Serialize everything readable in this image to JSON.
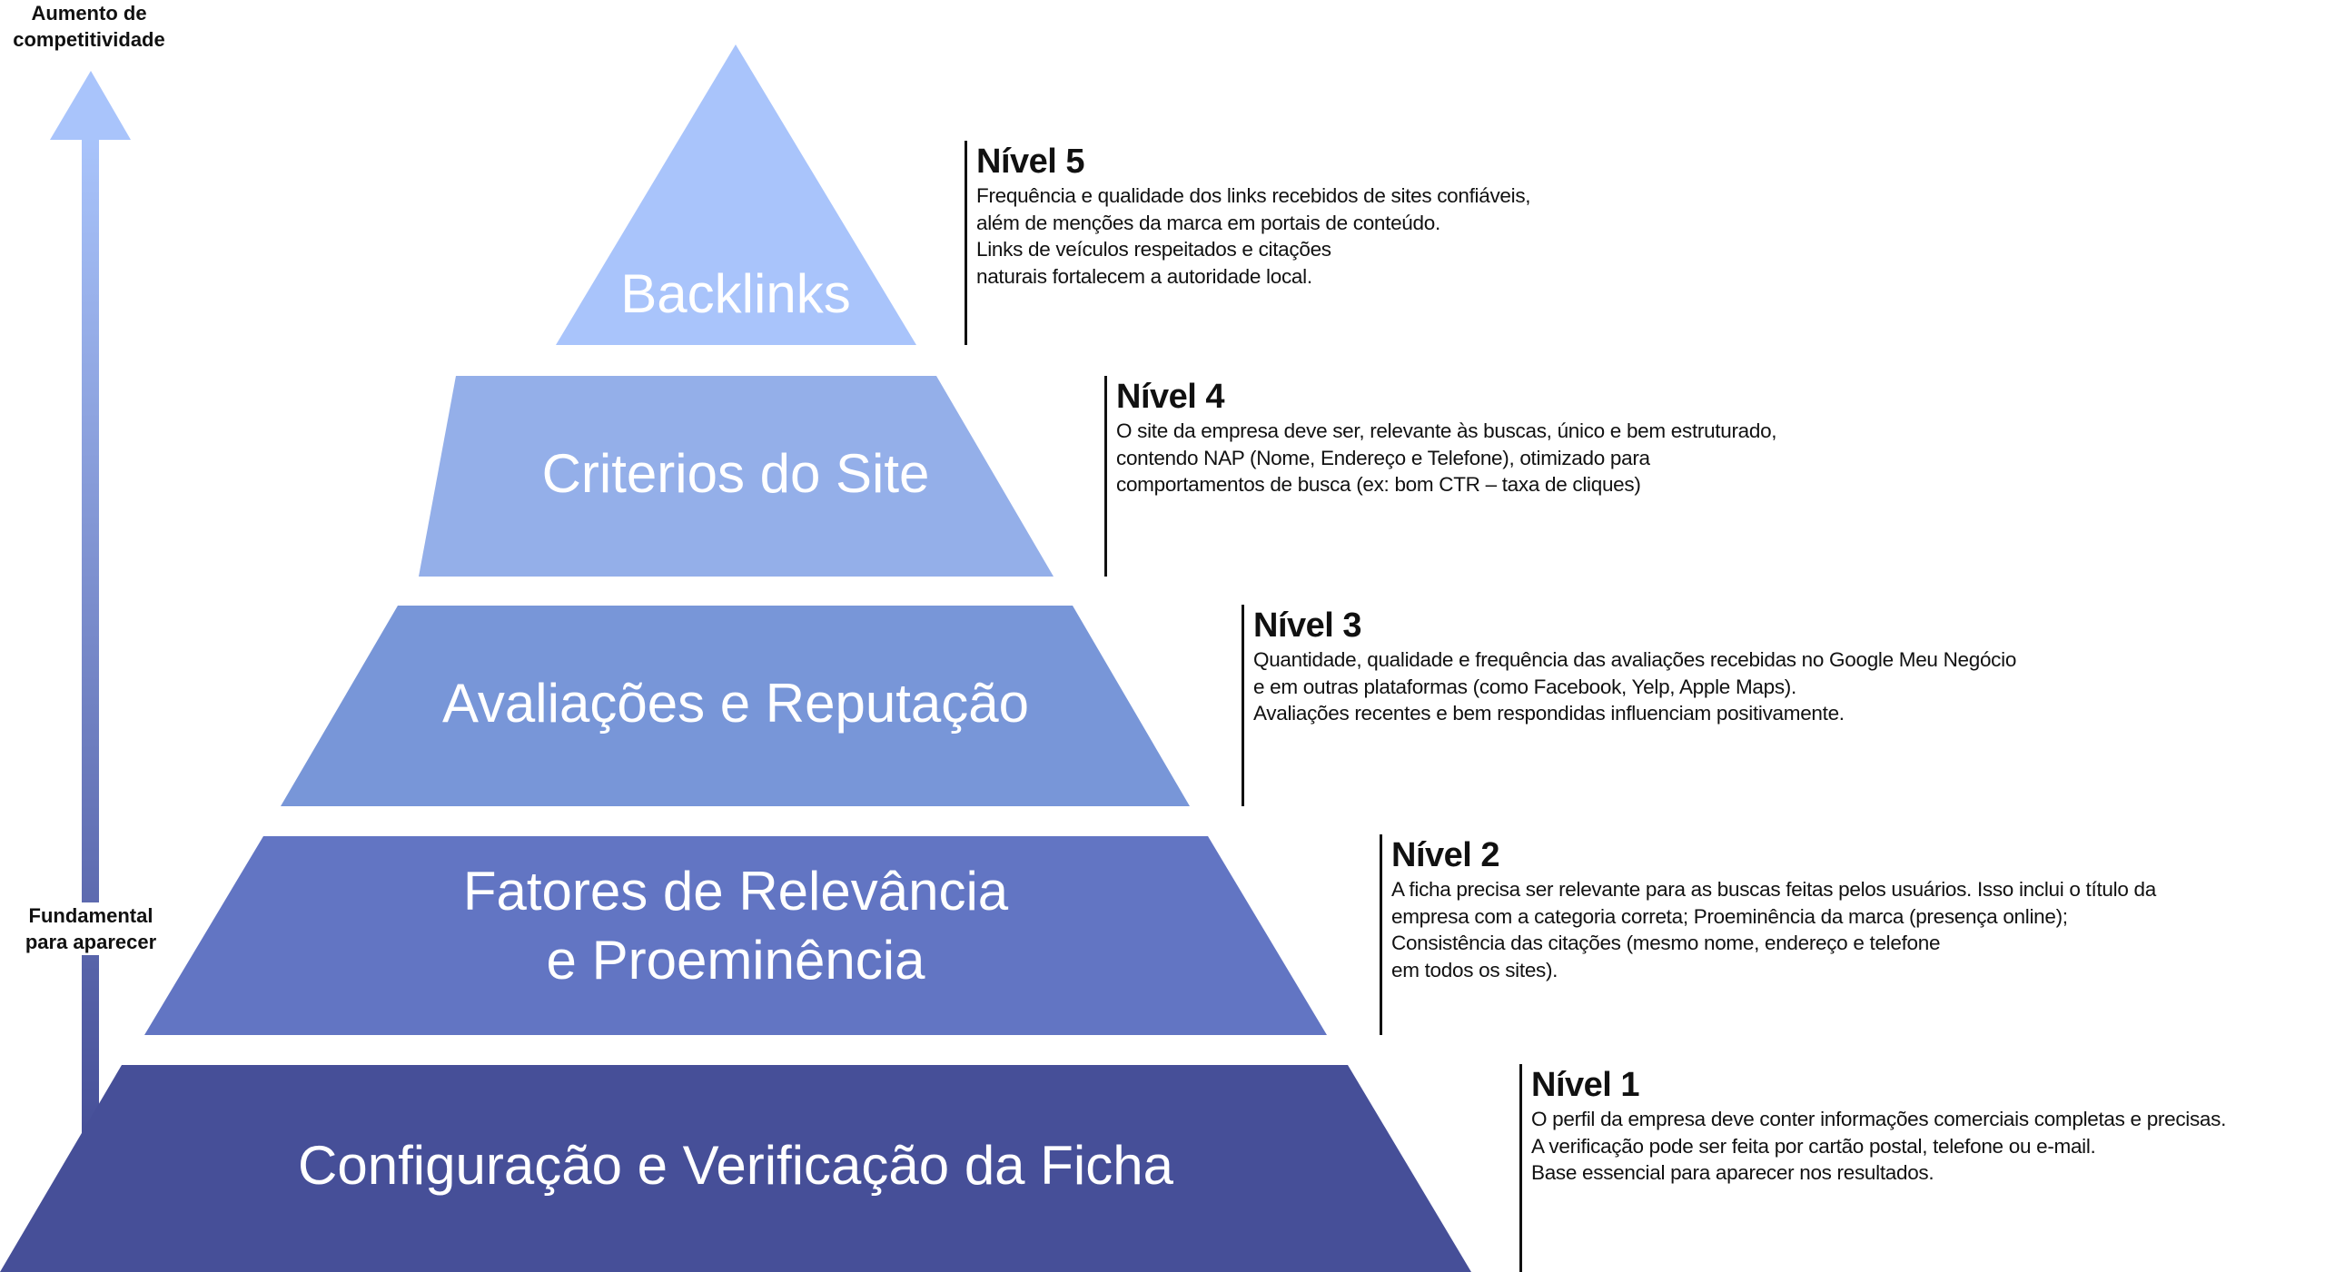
{
  "axis": {
    "top_label": [
      "Aumento de",
      "competitividade"
    ],
    "bottom_label": [
      "Fundamental",
      "para aparecer"
    ]
  },
  "colors": {
    "level5": "#a9c4fb",
    "level4": "#94afe9",
    "level3": "#7896d8",
    "level2": "#6275c3",
    "level1": "#464f98"
  },
  "pyramid": {
    "level5": [
      "Backlinks"
    ],
    "level4": [
      "Criterios do Site"
    ],
    "level3": [
      "Avaliações e Reputação"
    ],
    "level2": [
      "Fatores de Relevância",
      "e Proeminência"
    ],
    "level1": [
      "Configuração e Verificação da Ficha"
    ]
  },
  "levels": {
    "level5": {
      "title": "Nível 5",
      "lines": [
        "Frequência e qualidade dos links recebidos de sites confiáveis,",
        "além de menções da marca em portais de conteúdo.",
        "Links de veículos respeitados e citações",
        "naturais fortalecem a autoridade local."
      ]
    },
    "level4": {
      "title": "Nível 4",
      "lines": [
        "O site da empresa deve ser, relevante às buscas, único e bem estruturado,",
        "contendo NAP (Nome, Endereço e Telefone), otimizado para",
        "comportamentos de busca (ex: bom CTR – taxa de cliques)"
      ]
    },
    "level3": {
      "title": "Nível 3",
      "lines": [
        "Quantidade, qualidade e frequência das avaliações recebidas no Google Meu Negócio",
        "e em outras plataformas (como Facebook, Yelp, Apple Maps).",
        "Avaliações recentes e bem respondidas influenciam positivamente."
      ]
    },
    "level2": {
      "title": "Nível 2",
      "lines": [
        "A ficha precisa ser relevante para as buscas feitas pelos usuários. Isso inclui o título da",
        "empresa com a categoria correta; Proeminência da marca (presença online);",
        "Consistência das citações (mesmo nome, endereço e telefone",
        "em todos os sites)."
      ]
    },
    "level1": {
      "title": "Nível 1",
      "lines": [
        "O perfil da empresa deve conter informações comerciais completas e precisas.",
        "A verificação pode ser feita por cartão postal, telefone ou e-mail.",
        "Base essencial para aparecer nos resultados."
      ]
    }
  }
}
